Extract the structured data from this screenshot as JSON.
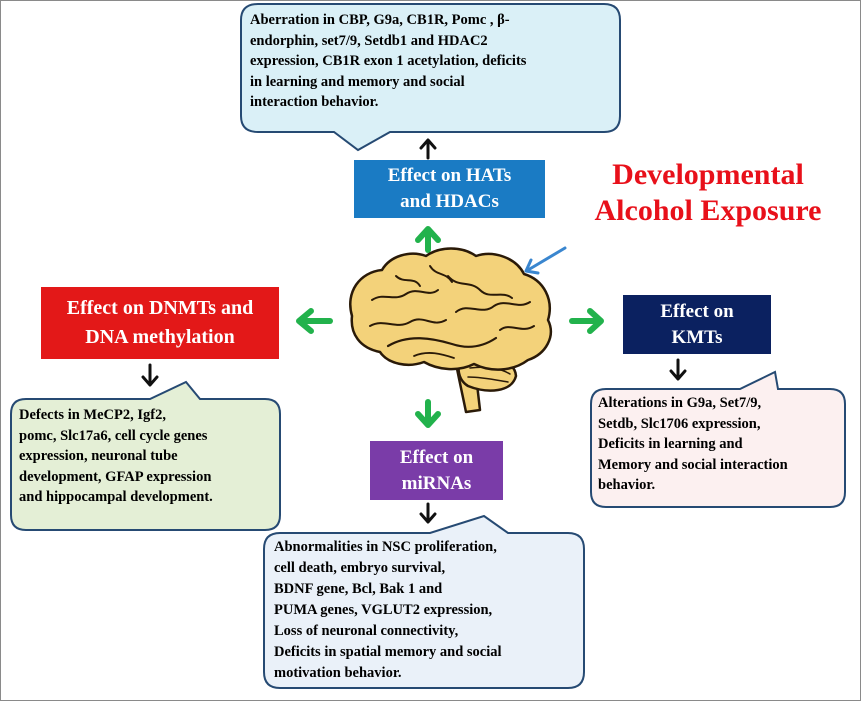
{
  "title": {
    "line1": "Developmental",
    "line2": "Alcohol Exposure"
  },
  "effects": {
    "hats": {
      "line1": "Effect on HATs",
      "line2": "and HDACs"
    },
    "dnmts": {
      "line1": "Effect on DNMTs and",
      "line2": "DNA methylation"
    },
    "kmts": {
      "line1": "Effect on",
      "line2": "KMTs"
    },
    "mirnas": {
      "line1": "Effect on",
      "line2": "miRNAs"
    }
  },
  "outcomes": {
    "hats": [
      "Aberration in CBP, G9a, CB1R, Pomc , β-",
      "endorphin, set7/9, Setdb1 and HDAC2",
      "expression, CB1R exon 1 acetylation, deficits",
      "in  learning and memory and social",
      "interaction behavior."
    ],
    "dnmts": [
      "Defects in MeCP2, Igf2,",
      "pomc, Slc17a6,  cell cycle genes",
      "expression,  neuronal tube",
      "development, GFAP expression",
      "and hippocampal  development."
    ],
    "kmts": [
      "Alterations in G9a, Set7/9,",
      "Setdb, Slc1706 expression,",
      "Deficits in learning and",
      "Memory and social interaction",
      "behavior."
    ],
    "mirnas": [
      "Abnormalities in NSC proliferation,",
      "cell death, embryo survival,",
      "BDNF gene, Bcl, Bak 1 and",
      "PUMA genes, VGLUT2 expression,",
      "Loss of neuronal connectivity,",
      "Deficits in spatial memory and social",
      "motivation behavior."
    ]
  },
  "colors": {
    "title": "#e8101a",
    "hats_box": "#1a7bc4",
    "dnmts_box": "#e31818",
    "kmts_box": "#0b2160",
    "mirnas_box": "#7a3ca8",
    "green_arrow": "#22b24c",
    "blue_arrow": "#3a86cf",
    "bubble_blue_fill": "#daf0f7",
    "bubble_green_fill": "#e4efd6",
    "bubble_pink_fill": "#fcf0f0",
    "bubble_light_fill": "#eaf1f9",
    "bubble_border": "#264a73",
    "brain": "#f3d27a",
    "brain_outline": "#2a1a08"
  },
  "icons": [
    "brain-icon",
    "arrow-icon"
  ]
}
